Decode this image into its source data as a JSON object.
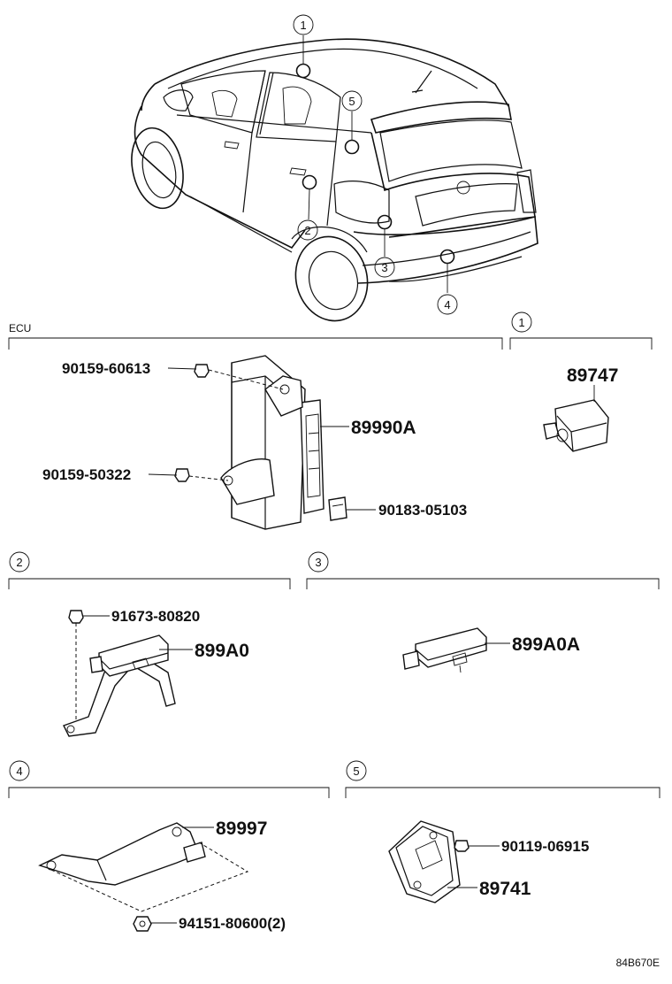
{
  "sections": {
    "ecu": {
      "label": "ECU"
    },
    "s1": {
      "number": "1"
    },
    "s2": {
      "number": "2"
    },
    "s3": {
      "number": "3"
    },
    "s4": {
      "number": "4"
    },
    "s5": {
      "number": "5"
    }
  },
  "car_callouts": [
    "1",
    "2",
    "3",
    "4",
    "5"
  ],
  "parts": {
    "p1": "90159-60613",
    "p2": "89990A",
    "p3": "90159-50322",
    "p4": "90183-05103",
    "p5": "89747",
    "p6": "91673-80820",
    "p7": "899A0",
    "p8": "899A0A",
    "p9": "89997",
    "p10": "94151-80600(2)",
    "p11": "90119-06915",
    "p12": "89741"
  },
  "diagram_id": "84B670E"
}
